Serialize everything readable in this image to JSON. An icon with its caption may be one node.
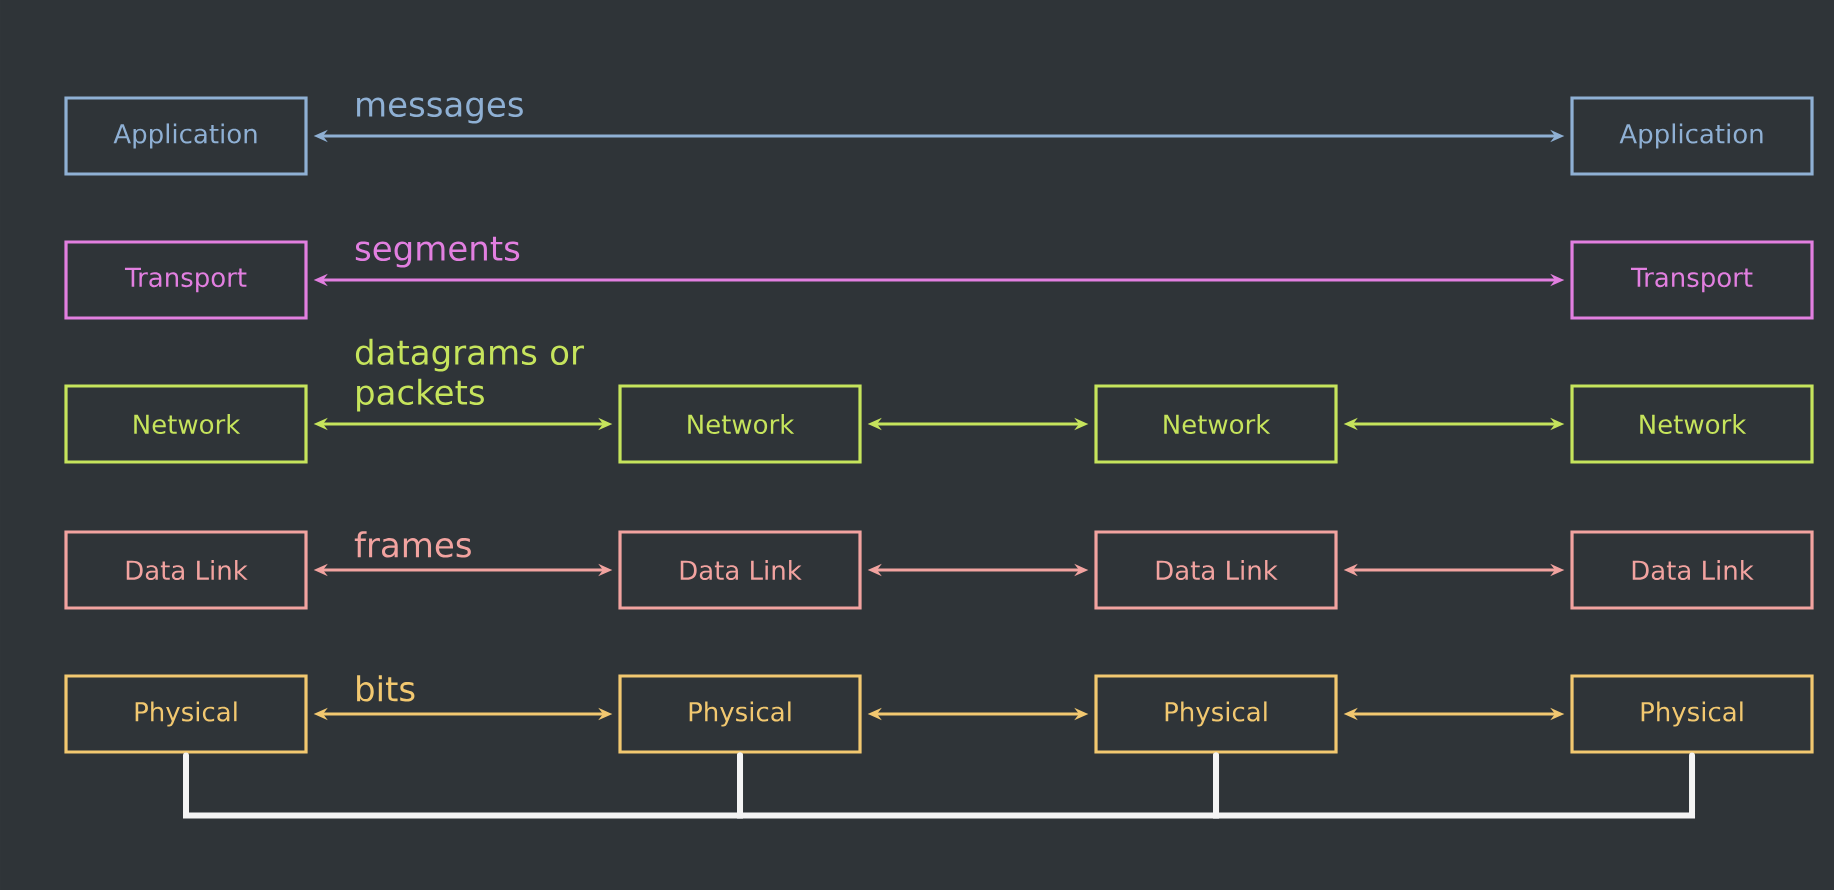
{
  "diagram": {
    "nodes": [
      {
        "text": [
          "Application"
        ]
      },
      {
        "text": [
          "Application"
        ]
      },
      {
        "text": [
          "Transport"
        ]
      },
      {
        "text": [
          "Transport"
        ]
      },
      {
        "text": [
          "Network"
        ]
      },
      {
        "text": [
          "Network"
        ]
      },
      {
        "text": [
          "Network"
        ]
      },
      {
        "text": [
          "Network"
        ]
      },
      {
        "text": [
          "Data Link"
        ]
      },
      {
        "text": [
          "Data Link"
        ]
      },
      {
        "text": [
          "Data Link"
        ]
      },
      {
        "text": [
          "Data Link"
        ]
      },
      {
        "text": [
          "Physical"
        ]
      },
      {
        "text": [
          "Physical"
        ]
      },
      {
        "text": [
          "Physical"
        ]
      },
      {
        "text": [
          "Physical"
        ]
      }
    ],
    "edges": [
      {
        "from": 0,
        "to": 1,
        "arrow": "both",
        "label": "messages",
        "color": "#8fb0d4"
      },
      {
        "from": 2,
        "to": 3,
        "arrow": "both",
        "label": "segments",
        "color": "#e27fe0"
      },
      {
        "from": 4,
        "to": 5,
        "arrow": "both",
        "label": "datagrams or packets",
        "color": "#c6e45c"
      },
      {
        "from": 5,
        "to": 6,
        "arrow": "both",
        "color": "#c6e45c"
      },
      {
        "from": 6,
        "to": 7,
        "arrow": "both",
        "color": "#c6e45c"
      },
      {
        "from": 8,
        "to": 9,
        "arrow": "both",
        "label": "frames",
        "color": "#f2a3a0"
      },
      {
        "from": 9,
        "to": 10,
        "arrow": "both",
        "color": "#f2a3a0"
      },
      {
        "from": 10,
        "to": 11,
        "arrow": "both",
        "color": "#f2a3a0"
      },
      {
        "from": 12,
        "to": 13,
        "arrow": "both",
        "label": "bits",
        "color": "#f2c870"
      },
      {
        "from": 13,
        "to": 14,
        "arrow": "both",
        "color": "#f2c870"
      },
      {
        "from": 14,
        "to": 15,
        "arrow": "both",
        "color": "#f2c870"
      },
      {
        "from": 12,
        "to": 13,
        "arrow": "none",
        "style": "thick",
        "color": "#f4f4f4"
      },
      {
        "from": 13,
        "to": 14,
        "arrow": "none",
        "style": "thick",
        "color": "#f4f4f4"
      },
      {
        "from": 14,
        "to": 15,
        "arrow": "none",
        "style": "thick",
        "color": "#f4f4f4"
      }
    ]
  }
}
